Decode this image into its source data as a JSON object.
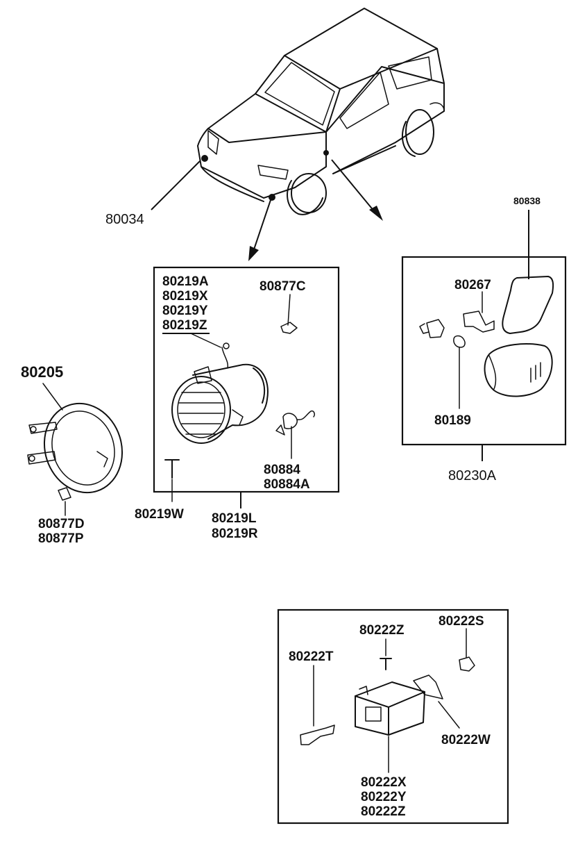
{
  "labels": {
    "vehicle": "80034",
    "fog_assy_top": [
      "80219A",
      "80219X",
      "80219Y",
      "80219Z"
    ],
    "fog_screw": "80877C",
    "fog_bulb": [
      "80884",
      "80884A"
    ],
    "fog_bolt": "80219W",
    "fog_assy": [
      "80219L",
      "80219R"
    ],
    "bracket": "80205",
    "bracket_bolt": [
      "80877D",
      "80877P"
    ],
    "side_lens": "80838",
    "side_clip": "80267",
    "side_bulb": "80189",
    "side_assy": "80230A",
    "relay_clip": "80222Z",
    "relay_nut": "80222S",
    "relay_bracket": "80222T",
    "relay_pad": "80222W",
    "relay": [
      "80222X",
      "80222Y",
      "80222Z"
    ]
  }
}
